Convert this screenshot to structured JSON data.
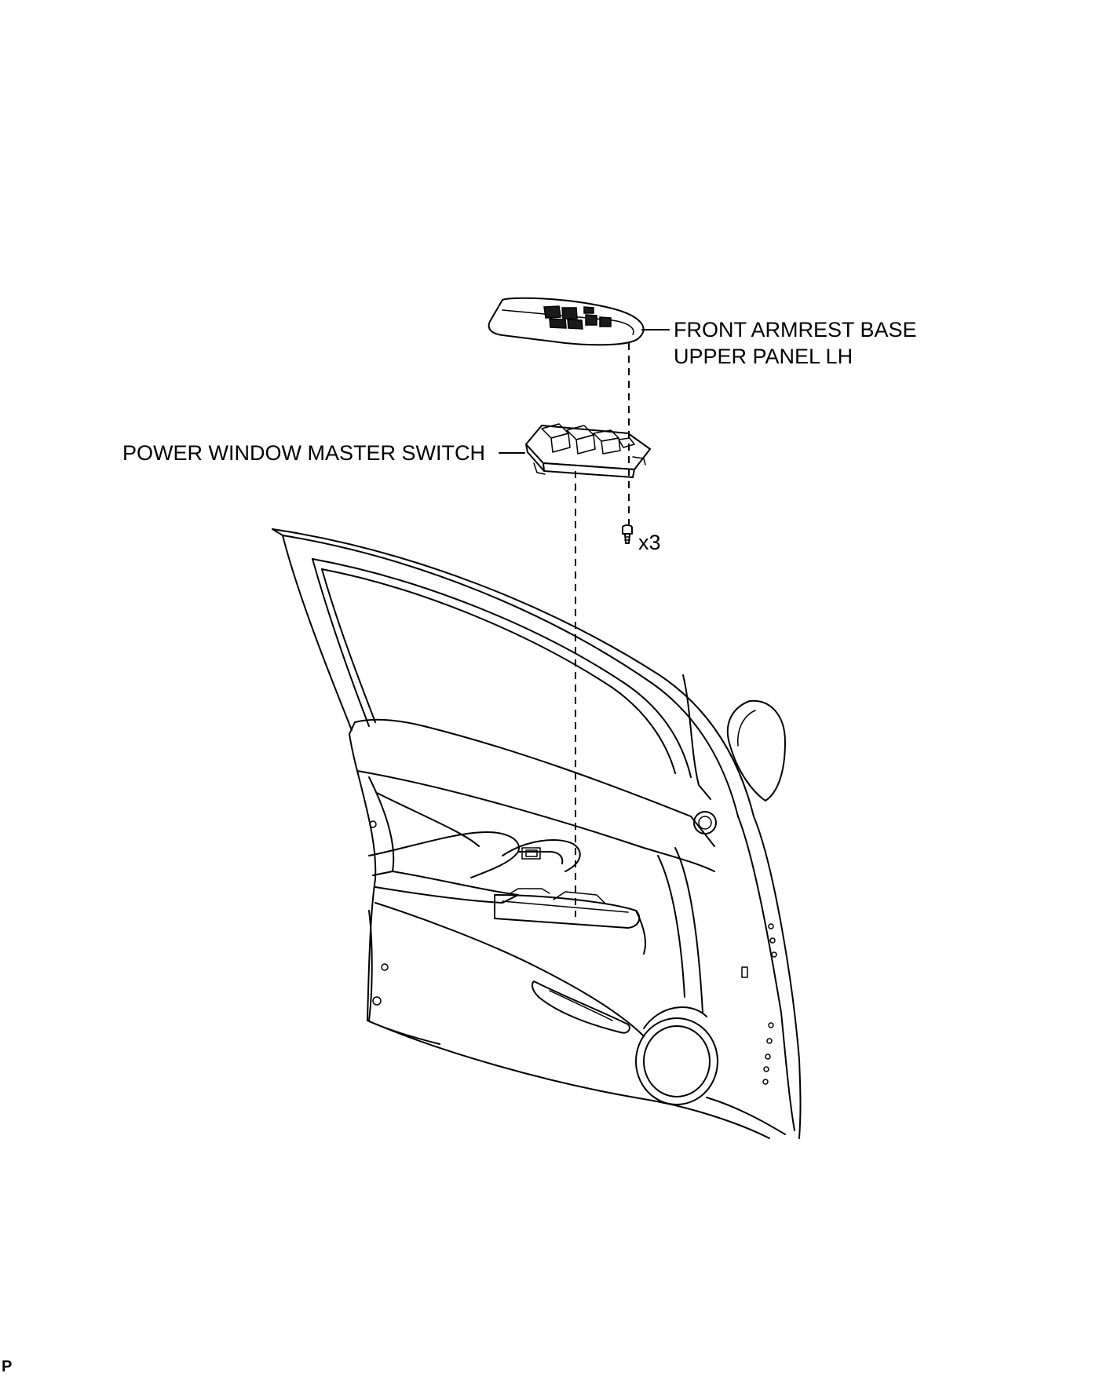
{
  "labels": {
    "armrest_line1": "FRONT ARMREST BASE",
    "armrest_line2": "UPPER PANEL LH",
    "switch": "POWER WINDOW MASTER SWITCH",
    "screw_qty": "x3"
  },
  "corner_mark": "P",
  "colors": {
    "line": "#000000",
    "background": "#ffffff"
  }
}
